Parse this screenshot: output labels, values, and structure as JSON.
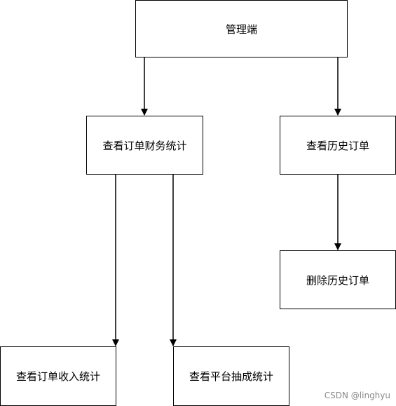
{
  "diagram": {
    "nodes": {
      "root": "管理端",
      "finance_stats": "查看订单财务统计",
      "history_orders": "查看历史订单",
      "delete_history": "删除历史订单",
      "income_stats": "查看订单收入统计",
      "platform_stats": "查看平台抽成统计"
    },
    "edges": [
      [
        "root",
        "finance_stats"
      ],
      [
        "root",
        "history_orders"
      ],
      [
        "finance_stats",
        "income_stats"
      ],
      [
        "finance_stats",
        "platform_stats"
      ],
      [
        "history_orders",
        "delete_history"
      ]
    ],
    "colors": {
      "stroke": "#000000",
      "fill": "#ffffff",
      "watermark": "#8a8a8a"
    }
  },
  "watermark": "CSDN @linghyu"
}
